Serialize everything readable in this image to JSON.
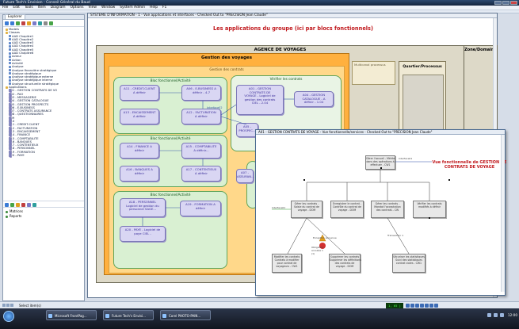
{
  "window": {
    "title": "Future Tech's Envision - Conseil Général du Baud"
  },
  "menu": [
    "File",
    "Edit",
    "Tools",
    "Item",
    "Diagram",
    "Options",
    "View",
    "Window",
    "System Admin",
    "Help",
    "F1"
  ],
  "explorer": {
    "tab": "Explorer",
    "tree": [
      {
        "label": "Models",
        "type": "folder"
      },
      {
        "label": "Classes",
        "type": "folder"
      },
      {
        "label": "AAD Chapitre1",
        "type": "item"
      },
      {
        "label": "AAD Chapitre2",
        "type": "item"
      },
      {
        "label": "AAD Chapitre3",
        "type": "item"
      },
      {
        "label": "AAD Chapitre4",
        "type": "item"
      },
      {
        "label": "AAD Chapitre5",
        "type": "item"
      },
      {
        "label": "AAD Chapitre6",
        "type": "item"
      },
      {
        "label": "Acteur",
        "type": "item"
      },
      {
        "label": "Action",
        "type": "item"
      },
      {
        "label": "Activité",
        "type": "item"
      },
      {
        "label": "Analyse",
        "type": "item"
      },
      {
        "label": "Analyse financière stratégique",
        "type": "item"
      },
      {
        "label": "Analyse stratégique",
        "type": "item"
      },
      {
        "label": "Analyse stratégique externe",
        "type": "item"
      },
      {
        "label": "Analyse stratégique interne",
        "type": "item"
      },
      {
        "label": "Analyse structurelle stratégique",
        "type": "item"
      },
      {
        "label": "Applications",
        "type": "folder"
      },
      {
        "label": "A01 - GESTION CONTRATS DE VO",
        "type": "app"
      },
      {
        "label": "A02 - PAO",
        "type": "app"
      },
      {
        "label": "A03 - MESSAGERIE",
        "type": "app"
      },
      {
        "label": "A04 - GESTION CATALOGUE",
        "type": "app"
      },
      {
        "label": "A05 - GESTION PROSPECTS",
        "type": "app"
      },
      {
        "label": "A06 - E-BUSINESS",
        "type": "app"
      },
      {
        "label": "A07 - CONTRATS ASSURANCE",
        "type": "app"
      },
      {
        "label": "A08 - QUESTIONNAIRES",
        "type": "app"
      },
      {
        "label": "A09",
        "type": "app"
      },
      {
        "label": "A10",
        "type": "app"
      },
      {
        "label": "A11 - CREDIT-CLIENT",
        "type": "app"
      },
      {
        "label": "A12 - FACTURATION",
        "type": "app"
      },
      {
        "label": "A13 - ENCAISSEMENT",
        "type": "app"
      },
      {
        "label": "A14 - FINANCE",
        "type": "app"
      },
      {
        "label": "A15 - COMPTABILITE",
        "type": "app"
      },
      {
        "label": "A16 - BANQUES",
        "type": "app"
      },
      {
        "label": "A17 - CONTENTIEUX",
        "type": "app"
      },
      {
        "label": "A18 - PERSONNEL",
        "type": "app"
      },
      {
        "label": "A19 - FORMATION",
        "type": "app"
      },
      {
        "label": "A20 - PAYE",
        "type": "app"
      }
    ],
    "bottom": [
      "Matrices",
      "Reports"
    ]
  },
  "doc": {
    "header": "SYSTEME D'INFORMATION - 1 - Vue applications et interfaces - Checked Out to \"PRECISION Jean Claude\"",
    "title": "Les applications du groupe (ici par blocs fonctionnels)",
    "lane_agence": "AGENCE DE VOYAGES",
    "lane_zone": "Zone/Domaine",
    "bloc_gestion": "Gestion des voyages",
    "bloc_gestion_sub": "Gestion des contrats",
    "bloc_multicanal": "Multicanal processus",
    "bloc_quartier": "Quartier/Processus",
    "groups": {
      "g1": "Bloc fonctionnel/Activité",
      "g2": "Bloc fonctionnel/Activité",
      "g3": "Bloc fonctionnel/Activité",
      "verifier": "Vérifier les contrats"
    },
    "apps": {
      "a11": "A11 - CREDIT-CLIENT\nA définir",
      "a06": "A06 - E-BUSINESS A\ndéfinir - 4.7",
      "a13": "A13 - ENCAISSEMENT\nA définir",
      "a12": "A12 - FACTURATION\nA définir",
      "a01": "A01 - GESTION\nCONTRATS DE\nVOYAGE - Logiciel de\ngestion des contrats\nCIEL - 2.04",
      "a04": "A04 - GESTION\nCATALOGUE - A\ndéfinir - 1.04",
      "a05": "A05 -\nPROSPEC...",
      "a14": "A14 - FINANCE A\ndéfinir",
      "a15": "A15 - COMPTABILITE\nA définir...",
      "a16": "A16 - BANQUES A\ndéfinir",
      "a17": "A17 - CONTENTIEUX\nA définir",
      "a07": "A07 -\nASSURAN...",
      "a18": "A18 - PERSONNEL\nLogiciel de gestion du\npersonnel SAGE...",
      "a19": "A19 - FORMATION A\ndéfinir",
      "a20": "A20 - PAYE - Logiciel de\npaye CIEL -"
    },
    "connector_label": "Interface02"
  },
  "func": {
    "header": "A01 - GESTION CONTRATS DE VOYAGE - Vue fonctionnelle/services - Checked Out to \"PRECISION Jean Claude\"",
    "title": "Vue fonctionnelle de GESTION DE CONTRATS DE VOYAGE",
    "boxes": {
      "top": "Gérer l'accueil - Mérite\ndans des opérations à\neffectuer - CW1",
      "b1": "Gérer les contrats -\nSaisie du contrat de\nvoyage - DOM",
      "b2": "Enregistrer le contrat -\nContrôle du contrat de\nvoyage - DOM",
      "b3": "Gérer les contrats -\nMandat l'acceptation\ndes contrats - CW",
      "b4": "Vérifier les contrats\nmodifiés à définir",
      "c1": "Modifier les contrats\nContrats à modifier\npour contrat de\nvoyageurs - CW1",
      "c2": "Supprimer les contrats\nSupprimer les définitions\ndes contrats de\nvoyage - DOM",
      "c3": "Sécuriser les statistiques\nSuivi des statistiques\ncontrat ciales - CW1"
    },
    "labels": {
      "interface": "Interface01",
      "obligation": "Obligation\nannulée 1\n(1)",
      "exception": "Exception\nsurvenue",
      "transaction": "Transaction 1"
    }
  },
  "status": {
    "selection": "Select item(s)",
    "coords": "1, 65 | 98"
  },
  "taskbar": [
    {
      "label": "Microsoft FrontPag..."
    },
    {
      "label": "Future Tech's Envisi..."
    },
    {
      "label": "Corel PHOTO-PAIN..."
    }
  ],
  "clock": "12:00",
  "colors": {
    "title_red": "#c0171b",
    "gestion_orange": "#ffb03e",
    "group_green": "#d9f0d2",
    "app_lavender": "#d9d6f3",
    "lane_tan": "#ddd9c8"
  }
}
